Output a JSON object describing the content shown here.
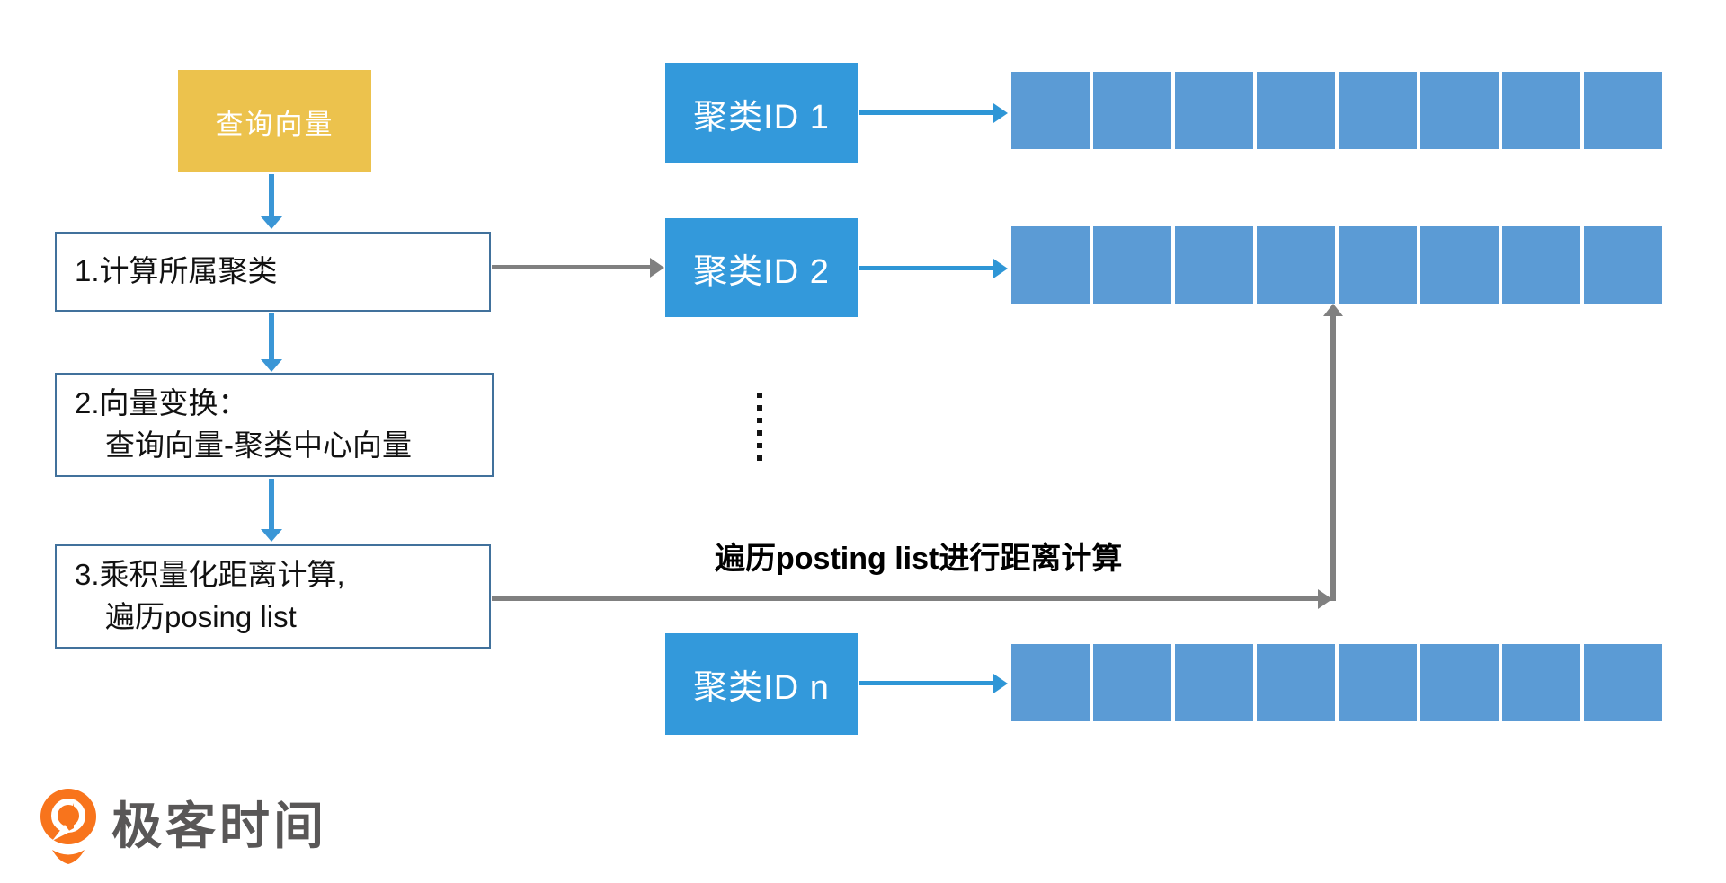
{
  "colors": {
    "highlight_yellow": "#ECC24D",
    "cluster_blue": "#3399DB",
    "cell_blue": "#5B9BD5",
    "arrow_blue": "#2E96D6",
    "arrow_gray": "#808080",
    "step_box_border": "#41719C",
    "brand_orange": "#F8741C",
    "brand_text_gray": "#595757"
  },
  "flow": {
    "query_vector_label": "查询向量",
    "steps": [
      {
        "lines": [
          "1.计算所属聚类"
        ]
      },
      {
        "lines": [
          "2.向量变换：",
          "查询向量-聚类中心向量"
        ]
      },
      {
        "lines": [
          "3.乘积量化距离计算,",
          "遍历posing list"
        ]
      }
    ]
  },
  "clusters": {
    "items": [
      {
        "label": "聚类ID 1"
      },
      {
        "label": "聚类ID 2"
      },
      {
        "label": "聚类ID n"
      }
    ],
    "cells_per_row": 8,
    "ellipsis_dots": 6,
    "traverse_label": "遍历posting list进行距离计算"
  },
  "footer": {
    "brand_name": "极客时间"
  }
}
